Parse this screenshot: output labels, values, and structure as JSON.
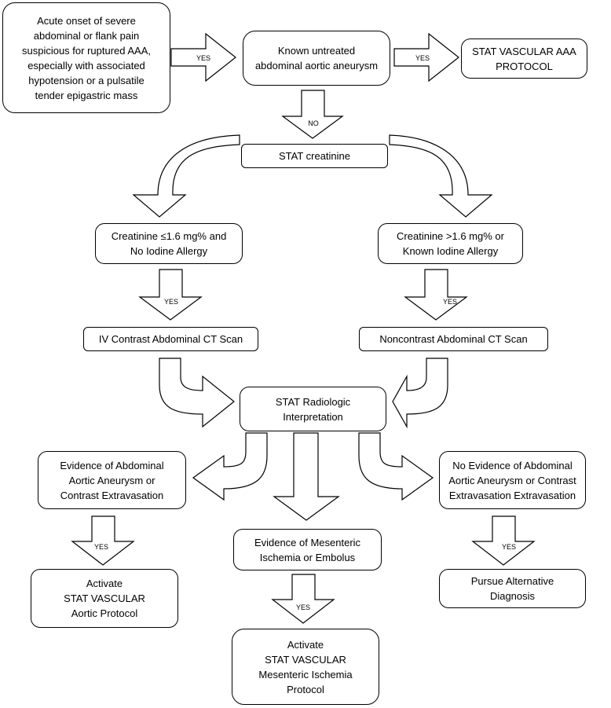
{
  "boxes": {
    "start": "Acute onset of severe\nabdominal or flank pain\nsuspicious for ruptured AAA,\nespecially with associated\nhypotension or a pulsatile\ntender epigastric mass",
    "known_aaa": "Known untreated\nabdominal aortic aneurysm",
    "stat_vascular_aaa": "STAT VASCULAR AAA\nPROTOCOL",
    "stat_creatinine": "STAT creatinine",
    "creat_low": "Creatinine ≤1.6 mg% and\nNo Iodine Allergy",
    "creat_high": "Creatinine >1.6 mg% or\nKnown Iodine Allergy",
    "iv_contrast_ct": "IV Contrast Abdominal CT Scan",
    "noncontrast_ct": "Noncontrast Abdominal CT Scan",
    "radiologic_interp": "STAT Radiologic\nInterpretation",
    "evidence_aaa": "Evidence of Abdominal\nAortic Aneurysm or\nContrast Extravasation",
    "no_evidence": "No Evidence of Abdominal\nAortic Aneurysm or Contrast\nExtravasation Extravasation",
    "mesenteric": "Evidence of Mesenteric\nIschemia or Embolus",
    "activate_aortic": "Activate\nSTAT VASCULAR\nAortic Protocol",
    "alternative": "Pursue Alternative\nDiagnosis",
    "activate_mesenteric": "Activate\nSTAT VASCULAR\nMesenteric Ischemia\nProtocol"
  },
  "labels": {
    "yes_start": "YES",
    "yes_known": "YES",
    "no_known": "NO",
    "yes_low": "YES",
    "yes_high": "YES",
    "yes_evidence": "YES",
    "yes_no_evidence": "YES",
    "yes_mesenteric": "YES"
  }
}
